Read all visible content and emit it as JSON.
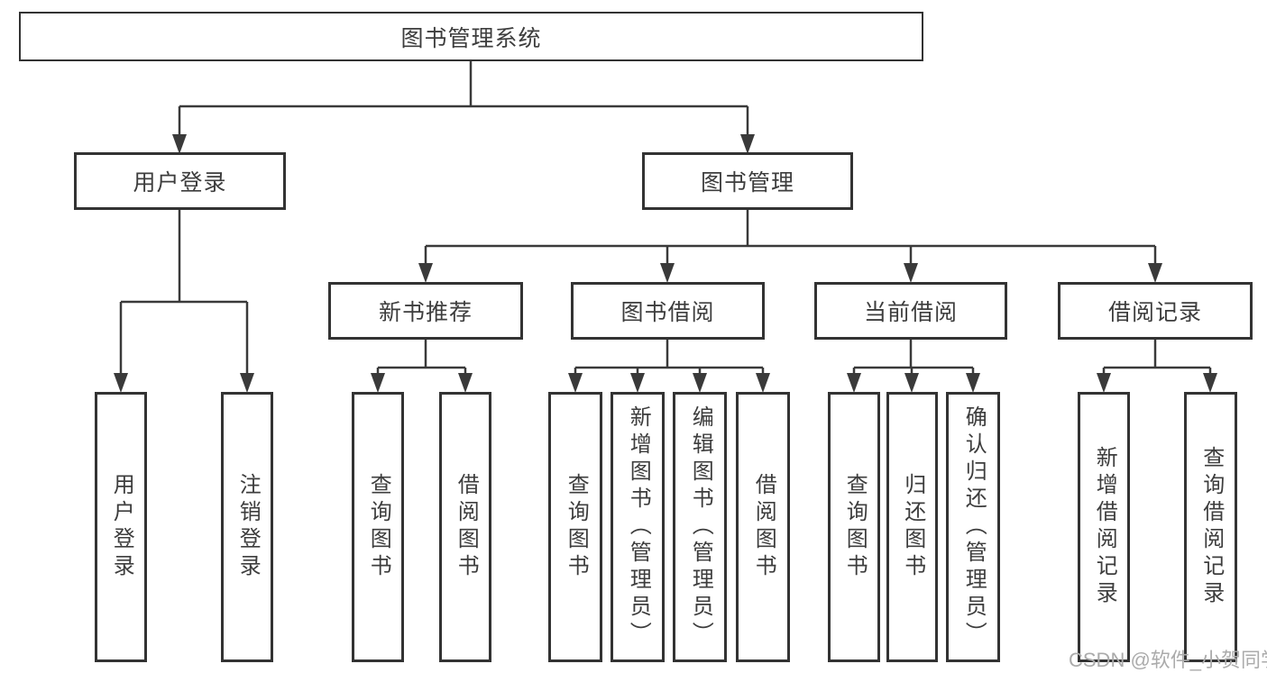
{
  "nodes": {
    "root": "图书管理系统",
    "login": "用户登录",
    "manage": "图书管理",
    "login_children": [
      "用户登录",
      "注销登录"
    ],
    "manage_children": [
      "新书推荐",
      "图书借阅",
      "当前借阅",
      "借阅记录"
    ],
    "recommend_children": [
      "查询图书",
      "借阅图书"
    ],
    "borrow_children": [
      "查询图书",
      "新增图书（管理员）",
      "编辑图书（管理员）",
      "借阅图书"
    ],
    "current_children": [
      "查询图书",
      "归还图书",
      "确认归还（管理员）"
    ],
    "records_children": [
      "新增借阅记录",
      "查询借阅记录"
    ]
  },
  "watermark": "CSDN @软件_小贺同学",
  "colors": {
    "line": "#3a3a3a",
    "border": "#333333",
    "text": "#3d3d3d",
    "background": "#ffffff",
    "watermark": "#ababab"
  }
}
